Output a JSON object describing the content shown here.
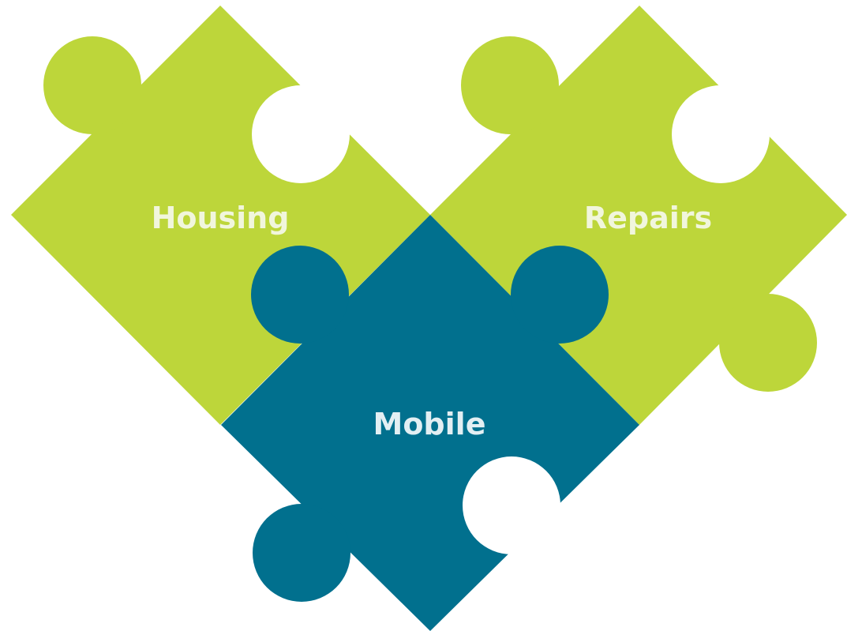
{
  "colors": {
    "green": "#BDD63A",
    "teal": "#01708E",
    "background": "#FFFFFF",
    "label_on_green": "#F1F6DC",
    "label_on_teal": "#E3EFF3"
  },
  "pieces": {
    "housing": {
      "label": "Housing"
    },
    "repairs": {
      "label": "Repairs"
    },
    "mobile": {
      "label": "Mobile"
    }
  }
}
